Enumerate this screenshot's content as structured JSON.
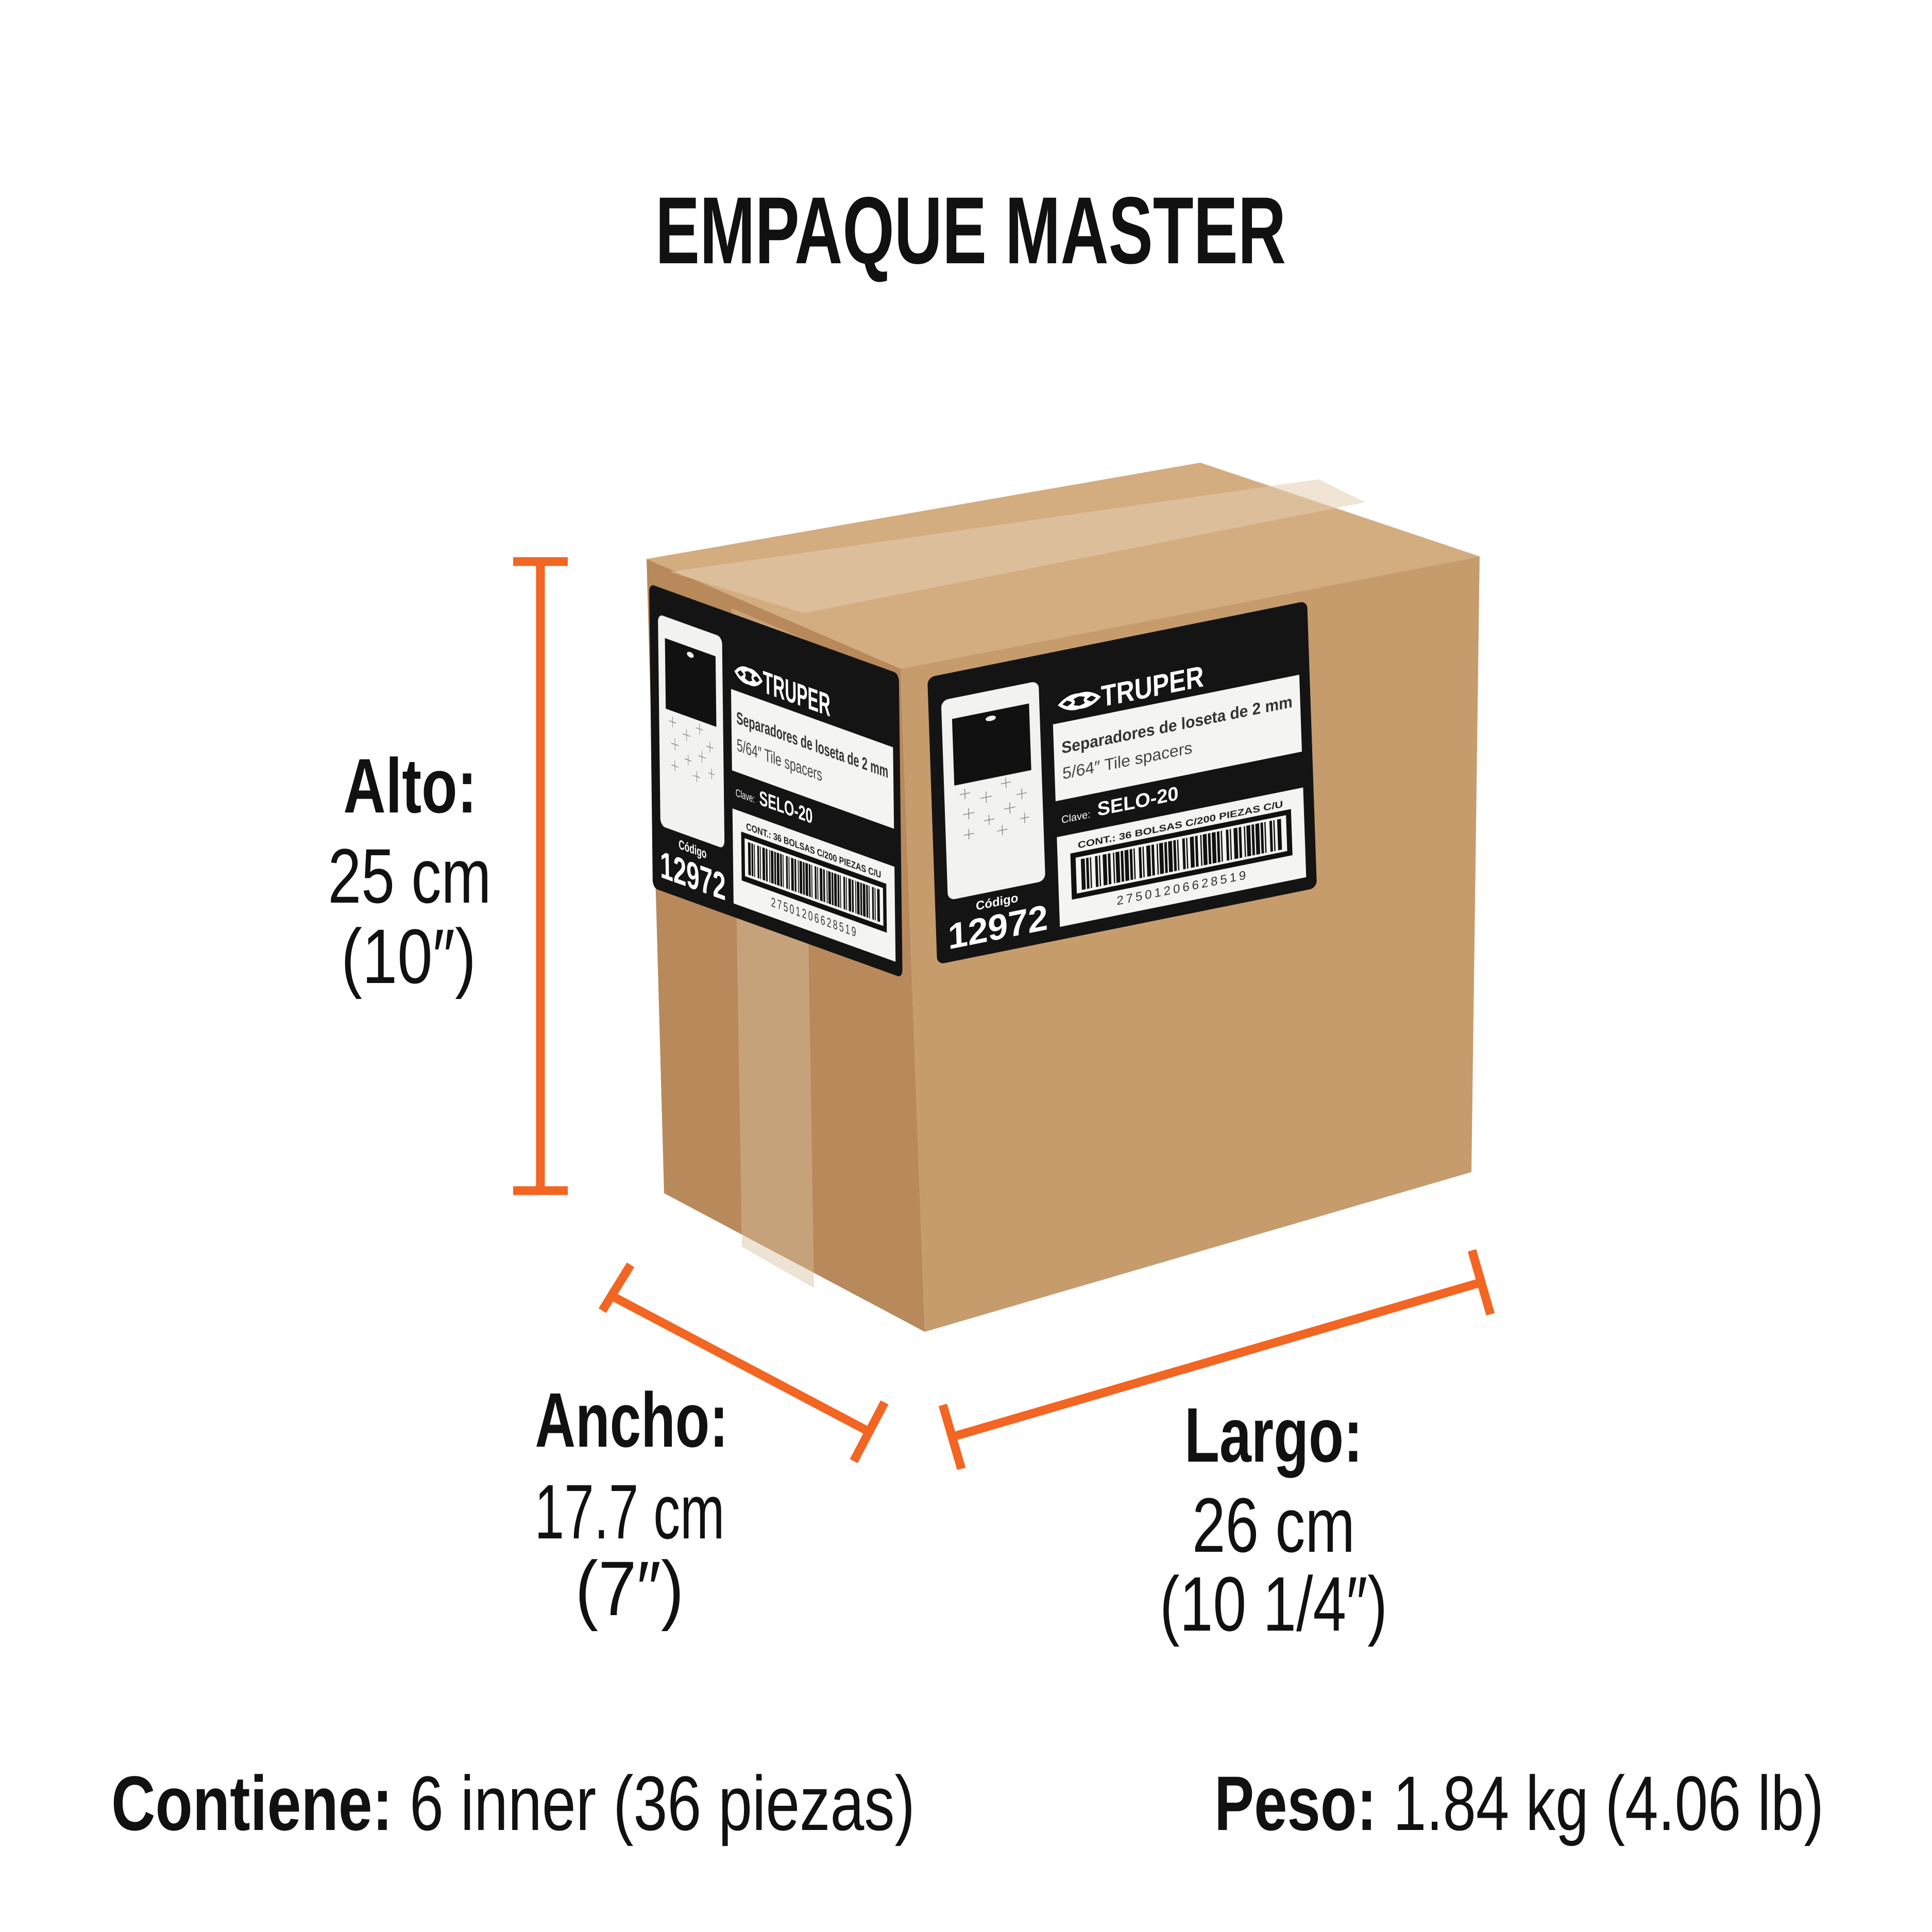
{
  "title": "EMPAQUE MASTER",
  "accent_color": "#F26522",
  "dimensions": {
    "alto": {
      "label": "Alto:",
      "metric": "25 cm",
      "imperial": "(10″)"
    },
    "ancho": {
      "label": "Ancho:",
      "metric": "17.7 cm",
      "imperial": "(7″)"
    },
    "largo": {
      "label": "Largo:",
      "metric": "26 cm",
      "imperial": "(10 1/4″)"
    }
  },
  "contents": {
    "label": "Contiene:",
    "value": " 6 inner (36 piezas)"
  },
  "weight": {
    "label": "Peso:",
    "value": " 1.84 kg (4.06 lb)"
  },
  "box_label": {
    "brand": "TRUPER",
    "product_es": "Separadores de loseta de 2 mm",
    "product_en": "5/64″ Tile spacers",
    "clave_label": "Clave:",
    "clave": "SELO-20",
    "cont": "CONT.:  36 BOLSAS C/200 PIEZAS C/U",
    "barcode": "27501206628519",
    "codigo_label": "Código",
    "codigo": "12972"
  }
}
